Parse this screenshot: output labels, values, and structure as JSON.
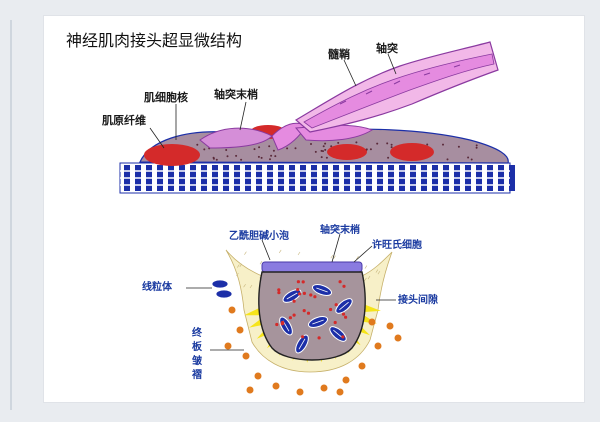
{
  "title": "神经肌肉接头超显微结构",
  "upper_labels": {
    "myelin": "髓鞘",
    "axon": "轴突",
    "nucleus": "肌细胞核",
    "axon_terminal": "轴突末梢",
    "myofibril": "肌原纤维"
  },
  "lower_labels": {
    "vesicle": "乙酰胆碱小泡",
    "axon_terminal": "轴突末梢",
    "schwann": "许旺氏细胞",
    "mitochondria": "线粒体",
    "cleft": "接头间隙",
    "endplate_1": "终",
    "endplate_2": "板",
    "endplate_3": "皱",
    "endplate_4": "褶"
  },
  "colors": {
    "muscle_fiber": "#a78ea0",
    "nucleus": "#d42a2a",
    "axon": "#e58be0",
    "myelin": "#f2b8e8",
    "striation_blue": "#1c2fa8",
    "terminal_purple": "#8a7be0",
    "fold_yellow": "#f6e41a",
    "dots_orange": "#e07a1e"
  }
}
